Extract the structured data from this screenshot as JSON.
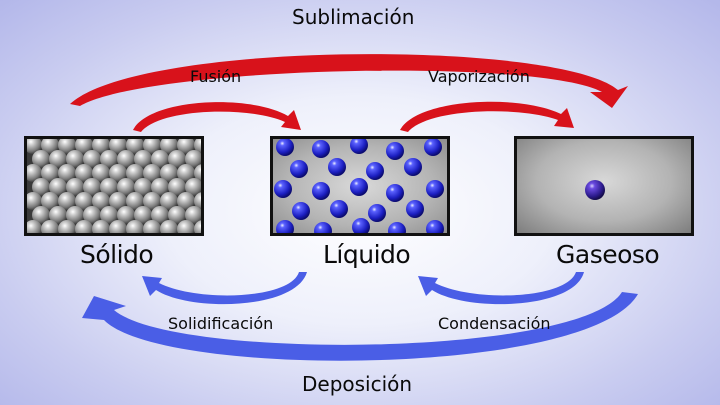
{
  "states": {
    "solid": "Sólido",
    "liquid": "Líquido",
    "gas": "Gaseoso"
  },
  "processes": {
    "sublimation": "Sublimación",
    "fusion": "Fusión",
    "vaporization": "Vaporización",
    "solidification": "Solidificación",
    "condensation": "Condensación",
    "deposition": "Deposición"
  },
  "colors": {
    "heating_arrow": "#d8121b",
    "cooling_arrow": "#4a5ee6",
    "liquid_particle": "#2d2fd6",
    "gas_particle": "#4b2fc0",
    "solid_particle": "#9a9a9a"
  },
  "icons": {
    "heating": "arrow-right-curved-icon",
    "cooling": "arrow-left-curved-icon"
  }
}
